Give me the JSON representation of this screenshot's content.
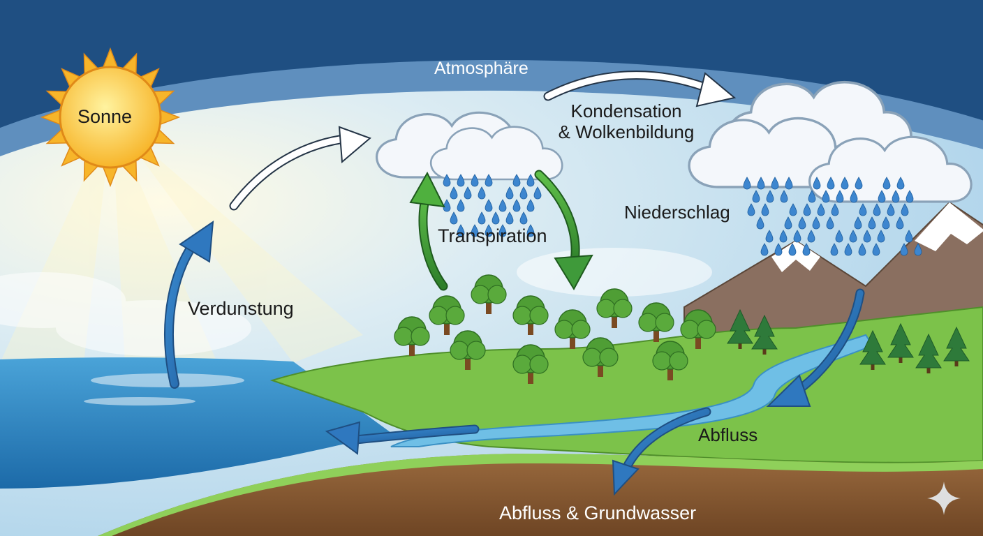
{
  "labels": {
    "atmosphere": "Atmosphäre",
    "sun": "Sonne",
    "condensation_line1": "Kondensation",
    "condensation_line2": "& Wolkenbildung",
    "precipitation": "Niederschlag",
    "transpiration": "Transpiration",
    "evaporation": "Verdunstung",
    "runoff": "Abfluss",
    "runoff_groundwater": "Abfluss & Grundwasser"
  },
  "colors": {
    "sky_top": "#1f4f82",
    "sky_band": "#5f8fbe",
    "sky_inner": "#bcdcef",
    "sun": "#ffd43a",
    "ocean": "#2c86c4",
    "grass": "#7cc24a",
    "soil": "#8a5a33",
    "arrow_blue": "#2f78bf",
    "arrow_green": "#3f9a3a",
    "arrow_white": "#ffffff"
  },
  "icons": [
    "sun-icon",
    "cloud-icon",
    "raindrop-icon",
    "tree-icon",
    "mountain-icon",
    "river-icon",
    "sparkle-icon"
  ]
}
